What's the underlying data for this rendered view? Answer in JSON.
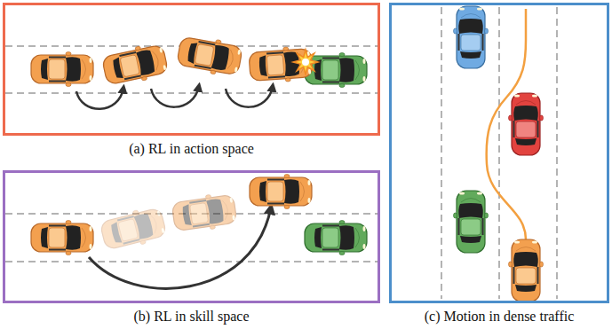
{
  "diagram": {
    "nodes": [
      {
        "text": [
          "(a) RL in action space"
        ]
      },
      {
        "text": [
          "(b) RL in skill space"
        ]
      },
      {
        "text": [
          "(c) Motion in dense traffic"
        ]
      }
    ]
  }
}
